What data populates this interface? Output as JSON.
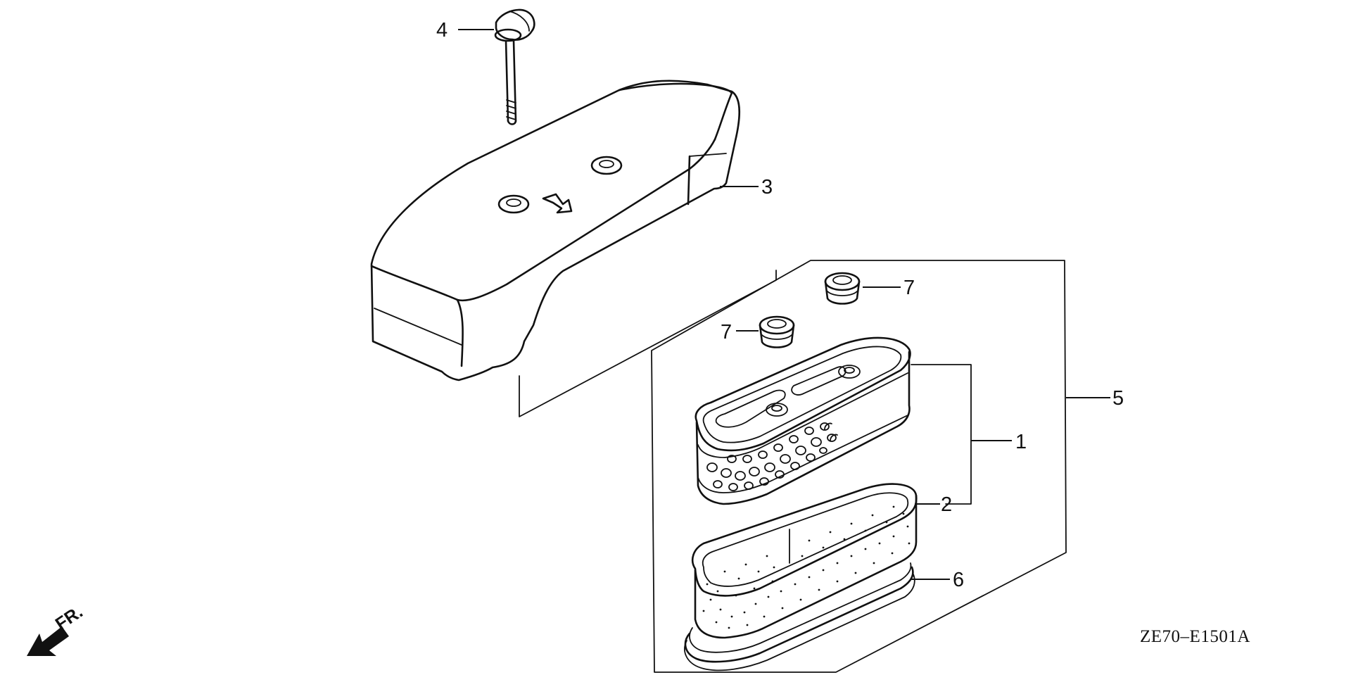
{
  "diagram": {
    "callouts": {
      "c1": "1",
      "c2": "2",
      "c3": "3",
      "c4": "4",
      "c5": "5",
      "c6": "6",
      "c7a": "7",
      "c7b": "7"
    },
    "direction_label": "FR.",
    "drawing_code": "ZE70–E1501A",
    "icons": {
      "front_direction": "front-direction-arrow-icon"
    }
  }
}
